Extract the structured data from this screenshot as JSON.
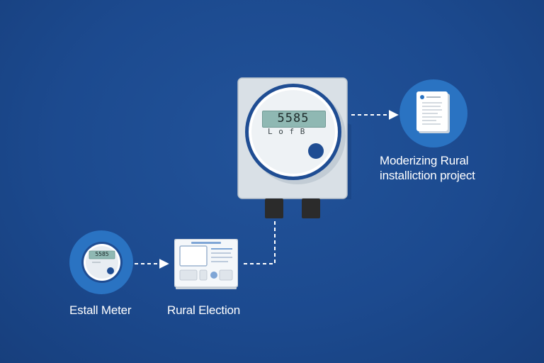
{
  "main_meter": {
    "reading": "5585",
    "sub_reading": "L o f B"
  },
  "small_meter": {
    "reading": "5585"
  },
  "document_caption": {
    "line1": "Moderizing Rural",
    "line2": "installiction project"
  },
  "labels": {
    "small_meter": "Estall Meter",
    "device": "Rural Election"
  },
  "colors": {
    "background": "#1c4a8f",
    "circle_accent": "#2a73c2",
    "meter_ring": "#1f4d93",
    "lcd": "#8fb8b3"
  }
}
